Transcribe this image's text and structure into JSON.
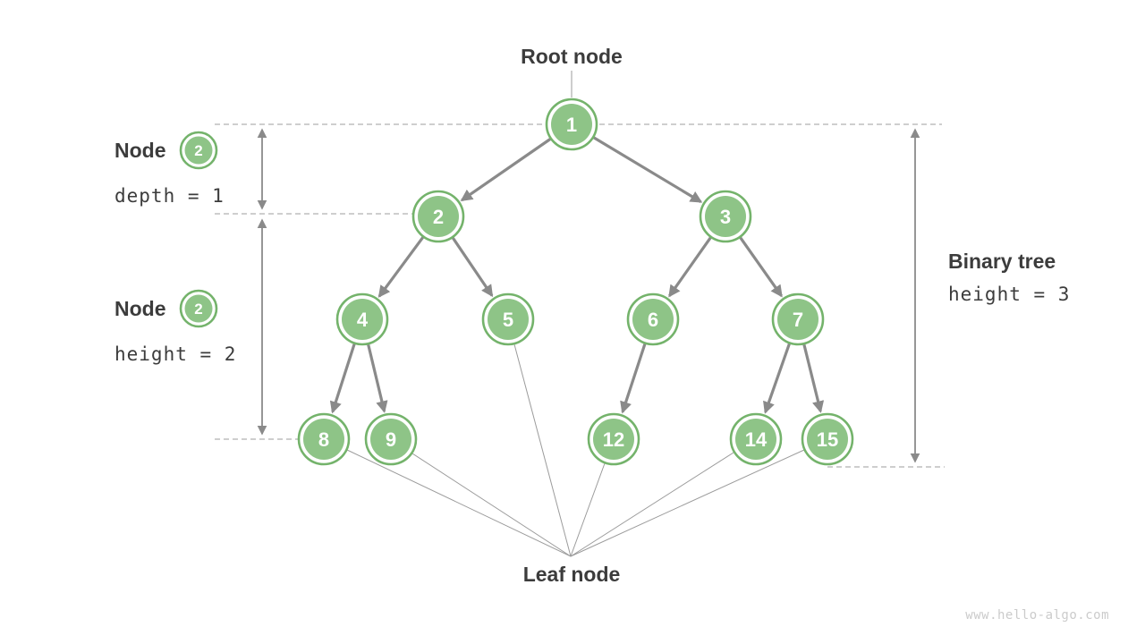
{
  "labels": {
    "root_node": "Root node",
    "leaf_node": "Leaf node"
  },
  "annotations": {
    "node_depth": {
      "label": "Node",
      "badge": "2",
      "value": "depth = 1"
    },
    "node_height": {
      "label": "Node",
      "badge": "2",
      "value": "height = 2"
    },
    "tree_height": {
      "label": "Binary tree",
      "value": "height = 3"
    }
  },
  "tree": {
    "nodes": [
      {
        "value": "1"
      },
      {
        "value": "2"
      },
      {
        "value": "3"
      },
      {
        "value": "4"
      },
      {
        "value": "5"
      },
      {
        "value": "6"
      },
      {
        "value": "7"
      },
      {
        "value": "8"
      },
      {
        "value": "9"
      },
      {
        "value": "12"
      },
      {
        "value": "14"
      },
      {
        "value": "15"
      }
    ],
    "edges": [
      [
        "1",
        "2"
      ],
      [
        "1",
        "3"
      ],
      [
        "2",
        "4"
      ],
      [
        "2",
        "5"
      ],
      [
        "3",
        "6"
      ],
      [
        "3",
        "7"
      ],
      [
        "4",
        "8"
      ],
      [
        "4",
        "9"
      ],
      [
        "6",
        "12"
      ],
      [
        "7",
        "14"
      ],
      [
        "7",
        "15"
      ]
    ],
    "leaf_values": [
      "8",
      "9",
      "5",
      "12",
      "14",
      "15"
    ]
  },
  "watermark": "www.hello-algo.com",
  "colors": {
    "node_fill": "#8ec487",
    "node_border": "#74b36b",
    "edge_gray": "#8a8a8a",
    "text_dark": "#3c3c3c",
    "watermark_gray": "#cbcbcb"
  }
}
